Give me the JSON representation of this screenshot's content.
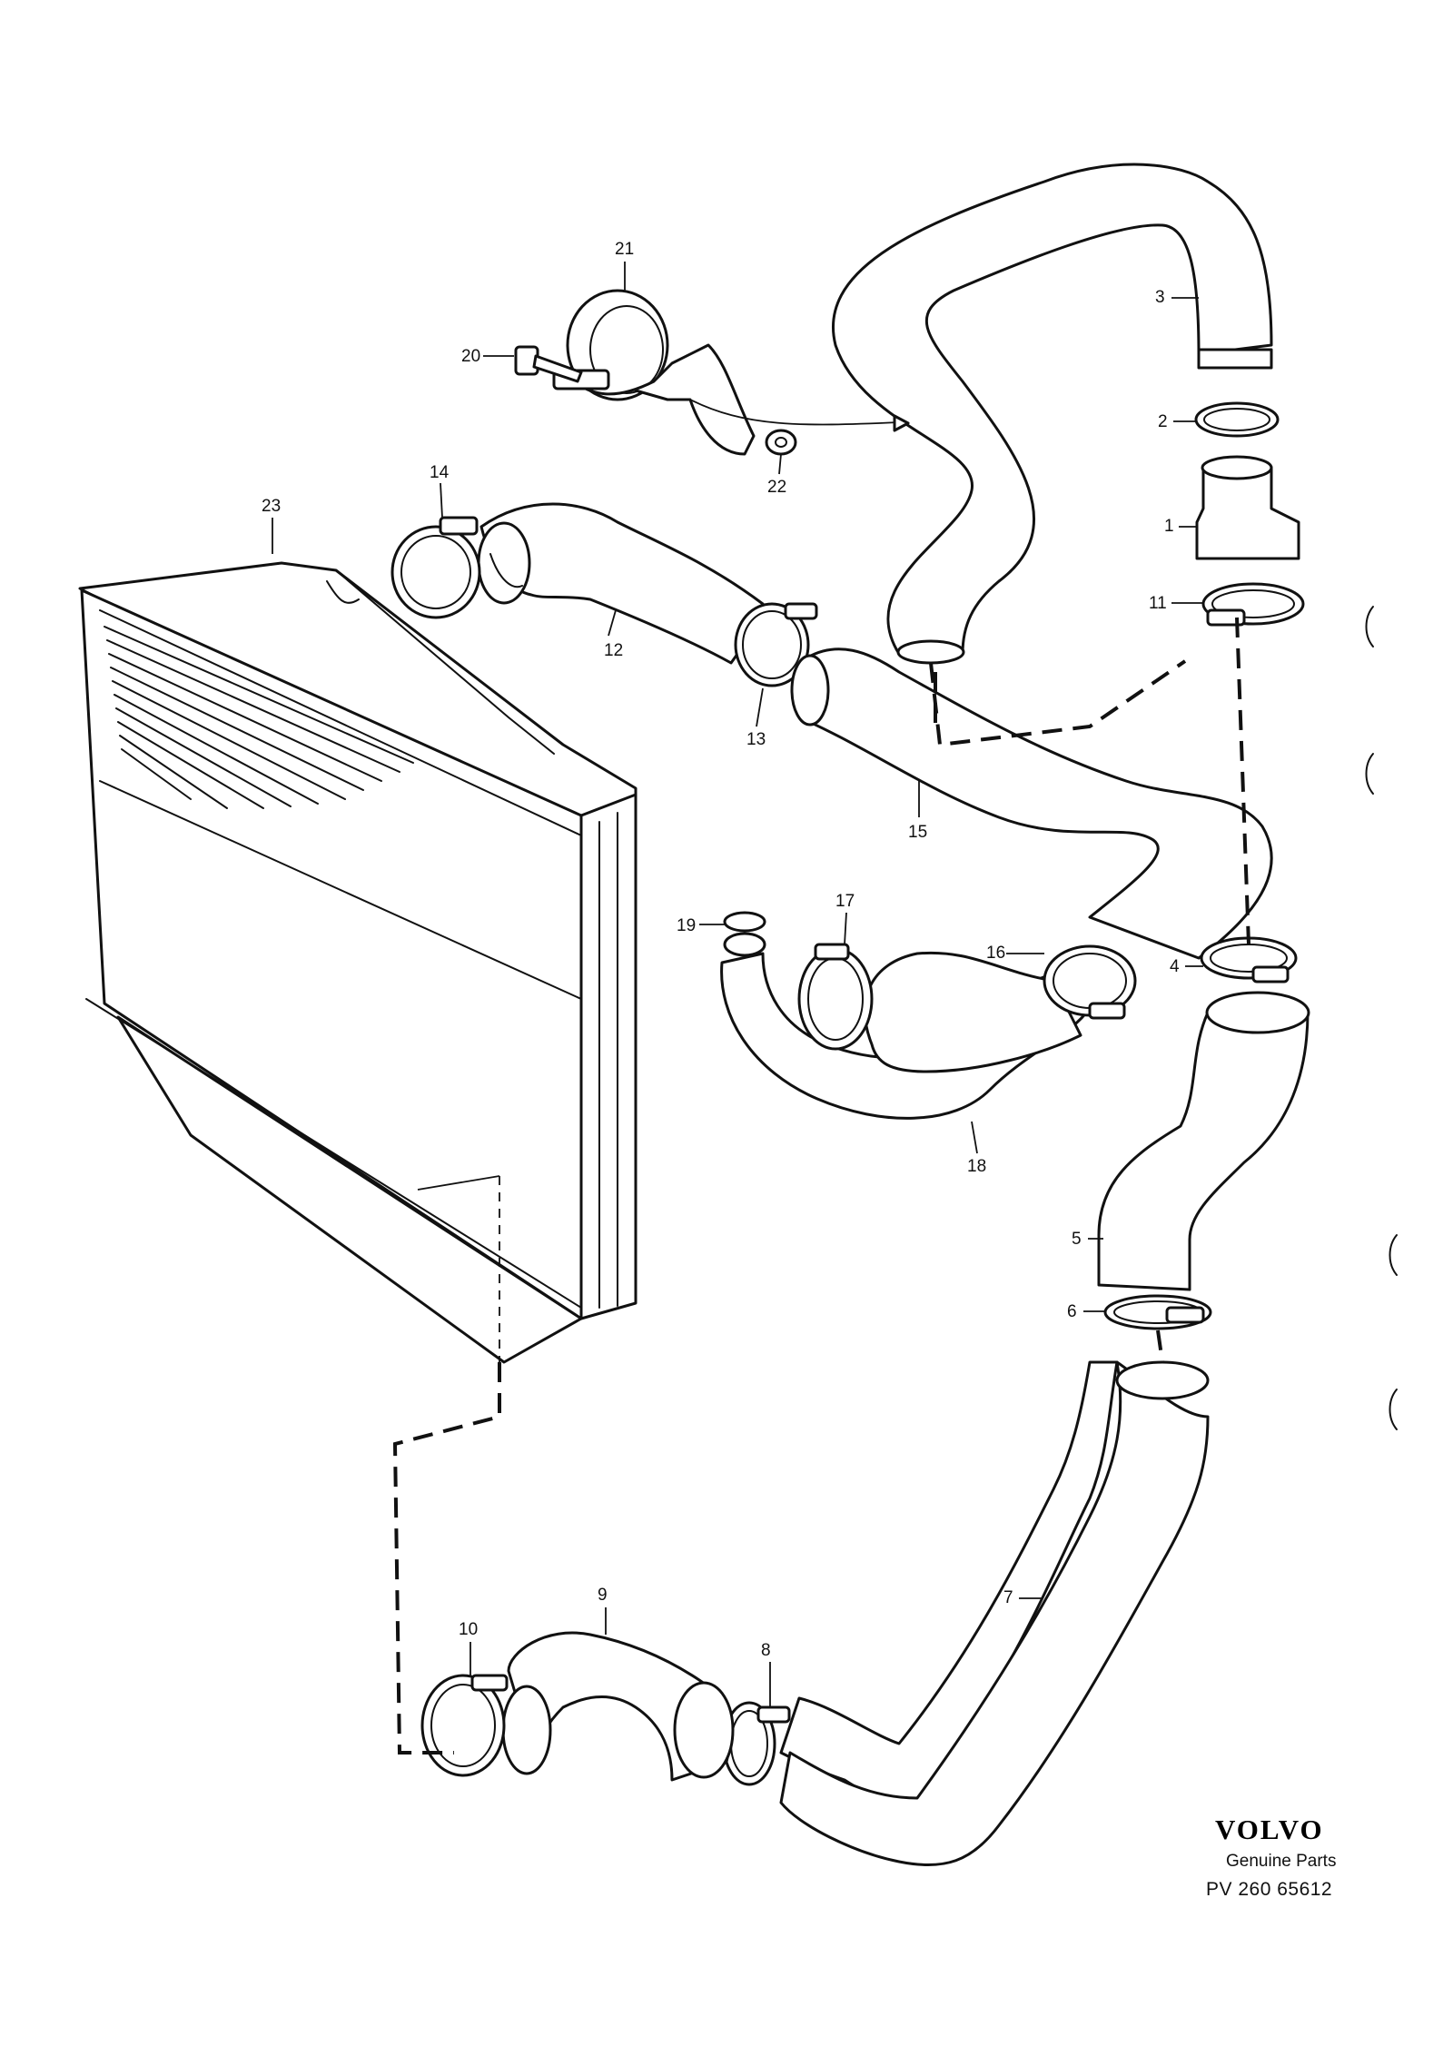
{
  "brand": {
    "name": "VOLVO",
    "tagline": "Genuine Parts",
    "code": "PV 260 65612"
  },
  "callouts": [
    "1",
    "2",
    "3",
    "4",
    "5",
    "6",
    "7",
    "8",
    "9",
    "10",
    "11",
    "12",
    "13",
    "14",
    "15",
    "16",
    "17",
    "18",
    "19",
    "20",
    "21",
    "22",
    "23"
  ]
}
